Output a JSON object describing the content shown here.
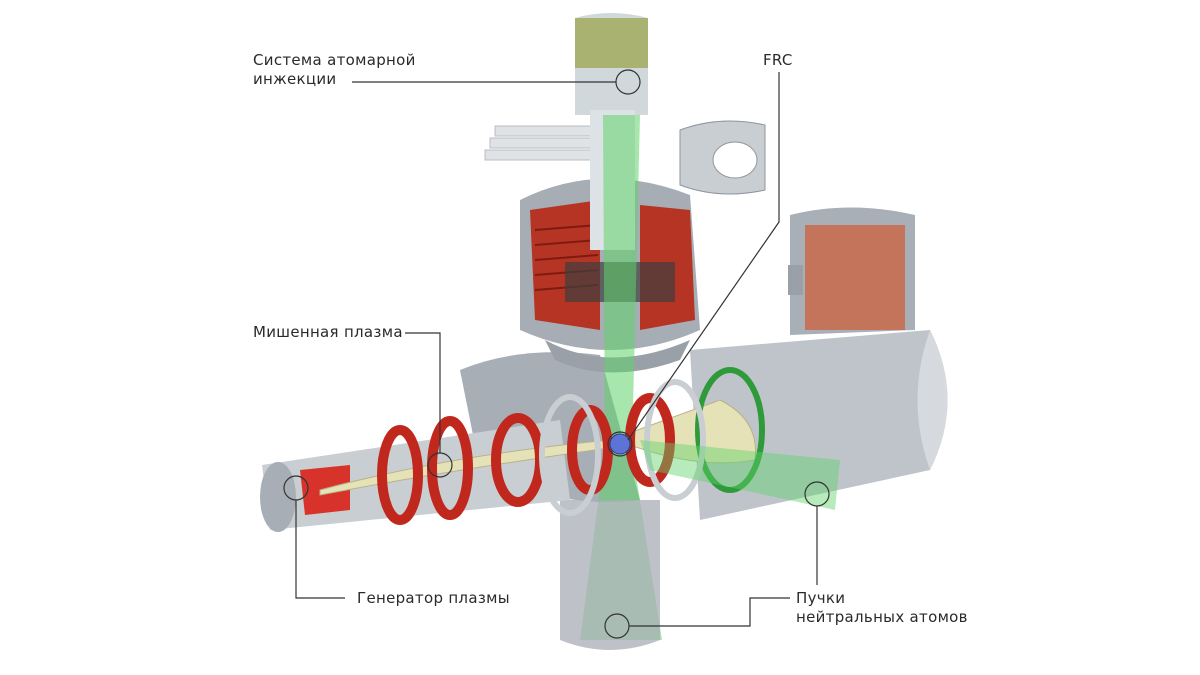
{
  "labels": {
    "injection_line1": "Система атомарной",
    "injection_line2": "инжекции",
    "frc": "FRC",
    "target_plasma": "Мишенная плазма",
    "plasma_generator": "Генератор плазмы",
    "beams_line1": "Пучки",
    "beams_line2": "нейтральных атомов"
  },
  "colors": {
    "metal": "#b9bfc6",
    "metal_dark": "#8e959d",
    "coil_red": "#c0281e",
    "beam_green": "#5fd36a",
    "plasma": "#e6e2b8",
    "injector_olive": "#8f9a2a",
    "frc_blue": "#5b74d6"
  }
}
